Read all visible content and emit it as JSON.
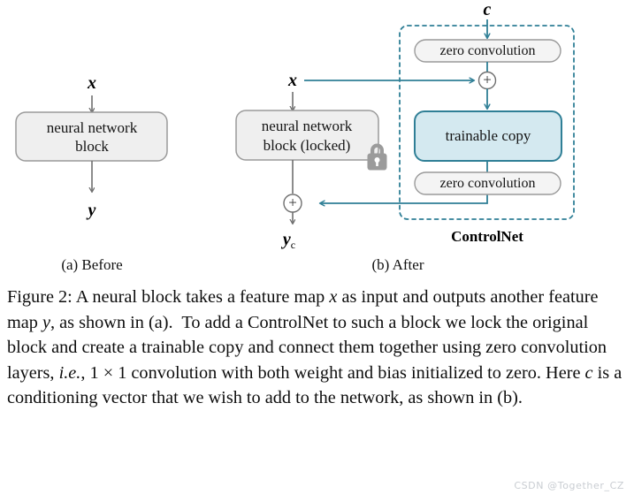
{
  "figure": {
    "panel_a": {
      "sublabel": "(a) Before",
      "input_label": "x",
      "output_label": "y",
      "block_line1": "neural network",
      "block_line2": "block"
    },
    "panel_b": {
      "sublabel": "(b) After",
      "input_label": "x",
      "condition_label": "c",
      "output_label": "y",
      "output_sub": "c",
      "block_line1": "neural network",
      "block_line2": "block (locked)",
      "lock_icon_name": "lock-icon",
      "trainable_copy_label": "trainable copy",
      "zero_conv_top_label": "zero convolution",
      "zero_conv_bottom_label": "zero convolution",
      "controlnet_label": "ControlNet",
      "add_symbol": "+"
    }
  },
  "caption": {
    "prefix": "Figure 2:",
    "text": "Figure 2: A neural block takes a feature map x as input and outputs another feature map y, as shown in (a). To add a ControlNet to such a block we lock the original block and create a trainable copy and connect them together using zero convolution layers, i.e., 1 × 1 convolution with both weight and bias initialized to zero. Here c is a conditioning vector that we wish to add to the network, as shown in (b)."
  },
  "watermark": {
    "text": "CSDN @Together_CZ"
  },
  "colors": {
    "teal": "#2f7f96",
    "teal_fill": "#d4e9f0",
    "gray_block_fill": "#efefef",
    "gray_block_stroke": "#9a9a9a",
    "arrow_gray": "#6f6f6f",
    "lock_gray": "#9b9b9b",
    "watermark_gray": "#c9cdd2"
  }
}
